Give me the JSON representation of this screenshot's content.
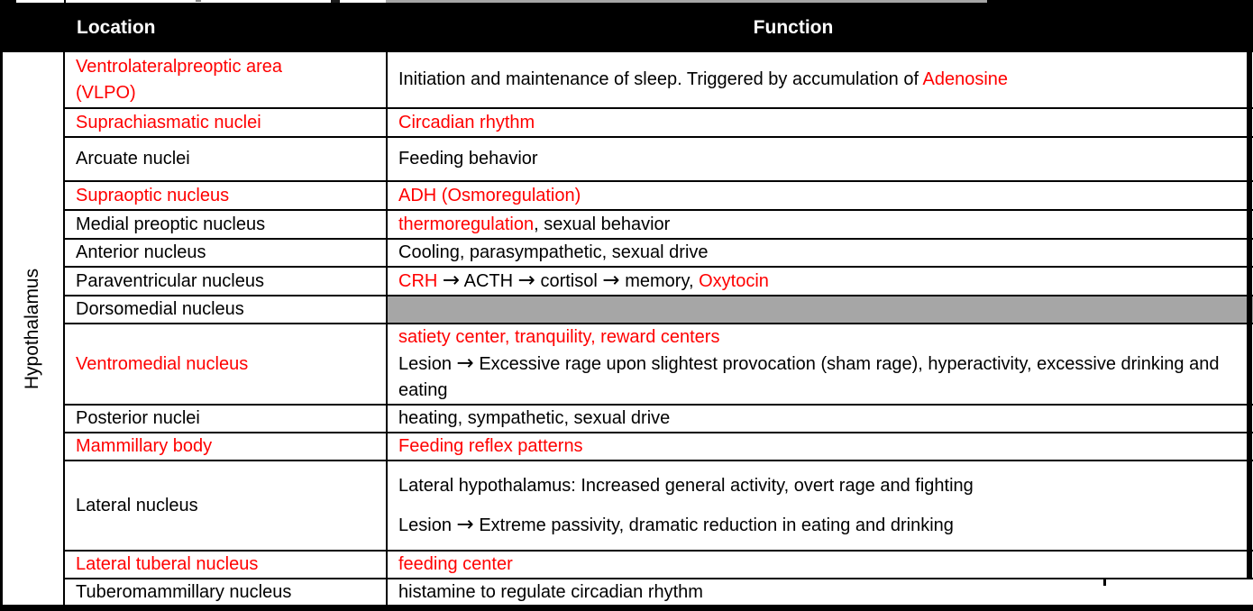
{
  "colors": {
    "red_text": "#ff0000",
    "gray_fill": "#a6a6a6",
    "header_bg": "#000000",
    "header_text": "#ffffff"
  },
  "side_label": "Hypothalamus",
  "header": {
    "location": "Location",
    "function": "Function"
  },
  "rows": [
    {
      "location_lines": [
        "Ventrolateralpreoptic area",
        "(VLPO)"
      ],
      "location_color": "red",
      "function": [
        {
          "text": "Initiation and maintenance of sleep. Triggered by accumulation of "
        },
        {
          "text": "Adenosine",
          "color": "red"
        }
      ]
    },
    {
      "location": "Suprachiasmatic nuclei",
      "location_color": "red",
      "function": [
        {
          "text": "Circadian rhythm",
          "color": "red"
        }
      ]
    },
    {
      "location": "Arcuate nuclei",
      "function": [
        {
          "text": "Feeding behavior"
        }
      ]
    },
    {
      "location": "Supraoptic nucleus",
      "location_color": "red",
      "function": [
        {
          "text": "ADH (Osmoregulation)",
          "color": "red"
        }
      ]
    },
    {
      "location": "Medial preoptic nucleus",
      "function": [
        {
          "text": "thermoregulation",
          "color": "red"
        },
        {
          "text": ", sexual behavior"
        }
      ]
    },
    {
      "location": "Anterior nucleus",
      "function": [
        {
          "text": "Cooling, parasympathetic, sexual drive"
        }
      ]
    },
    {
      "location": "Paraventricular nucleus",
      "function": [
        {
          "text": "CRH ",
          "color": "red"
        },
        {
          "text": "→",
          "arrow": true
        },
        {
          "text": " ACTH "
        },
        {
          "text": "→",
          "arrow": true
        },
        {
          "text": " cortisol "
        },
        {
          "text": "→",
          "arrow": true
        },
        {
          "text": " memory, "
        },
        {
          "text": "Oxytocin",
          "color": "red"
        }
      ]
    },
    {
      "location": "Dorsomedial nucleus",
      "function": [],
      "function_fill": "gray"
    },
    {
      "location": "Ventromedial nucleus",
      "location_color": "red",
      "function_lines": [
        [
          {
            "text": "satiety center, tranquility, reward centers",
            "color": "red"
          }
        ],
        [
          {
            "text": "Lesion "
          },
          {
            "text": "→",
            "arrow": true
          },
          {
            "text": " Excessive rage upon slightest provocation (sham rage), hyperactivity, excessive drinking and eating"
          }
        ]
      ]
    },
    {
      "location": "Posterior nuclei",
      "function": [
        {
          "text": "heating, sympathetic, sexual drive"
        }
      ]
    },
    {
      "location": "Mammillary body",
      "location_color": "red",
      "function": [
        {
          "text": "Feeding reflex patterns",
          "color": "red"
        }
      ]
    },
    {
      "location": "Lateral nucleus",
      "function_lines": [
        [
          {
            "text": "Lateral hypothalamus: Increased general activity, overt rage and fighting"
          }
        ],
        [
          {
            "text": "Lesion "
          },
          {
            "text": "→",
            "arrow": true
          },
          {
            "text": " Extreme passivity, dramatic reduction in eating and drinking"
          }
        ]
      ]
    },
    {
      "location": "Lateral tuberal nucleus",
      "location_color": "red",
      "function": [
        {
          "text": "feeding center",
          "color": "red"
        }
      ]
    },
    {
      "location": "Tuberomammillary nucleus",
      "function": [
        {
          "text": "histamine to regulate circadian rhythm"
        }
      ]
    }
  ]
}
